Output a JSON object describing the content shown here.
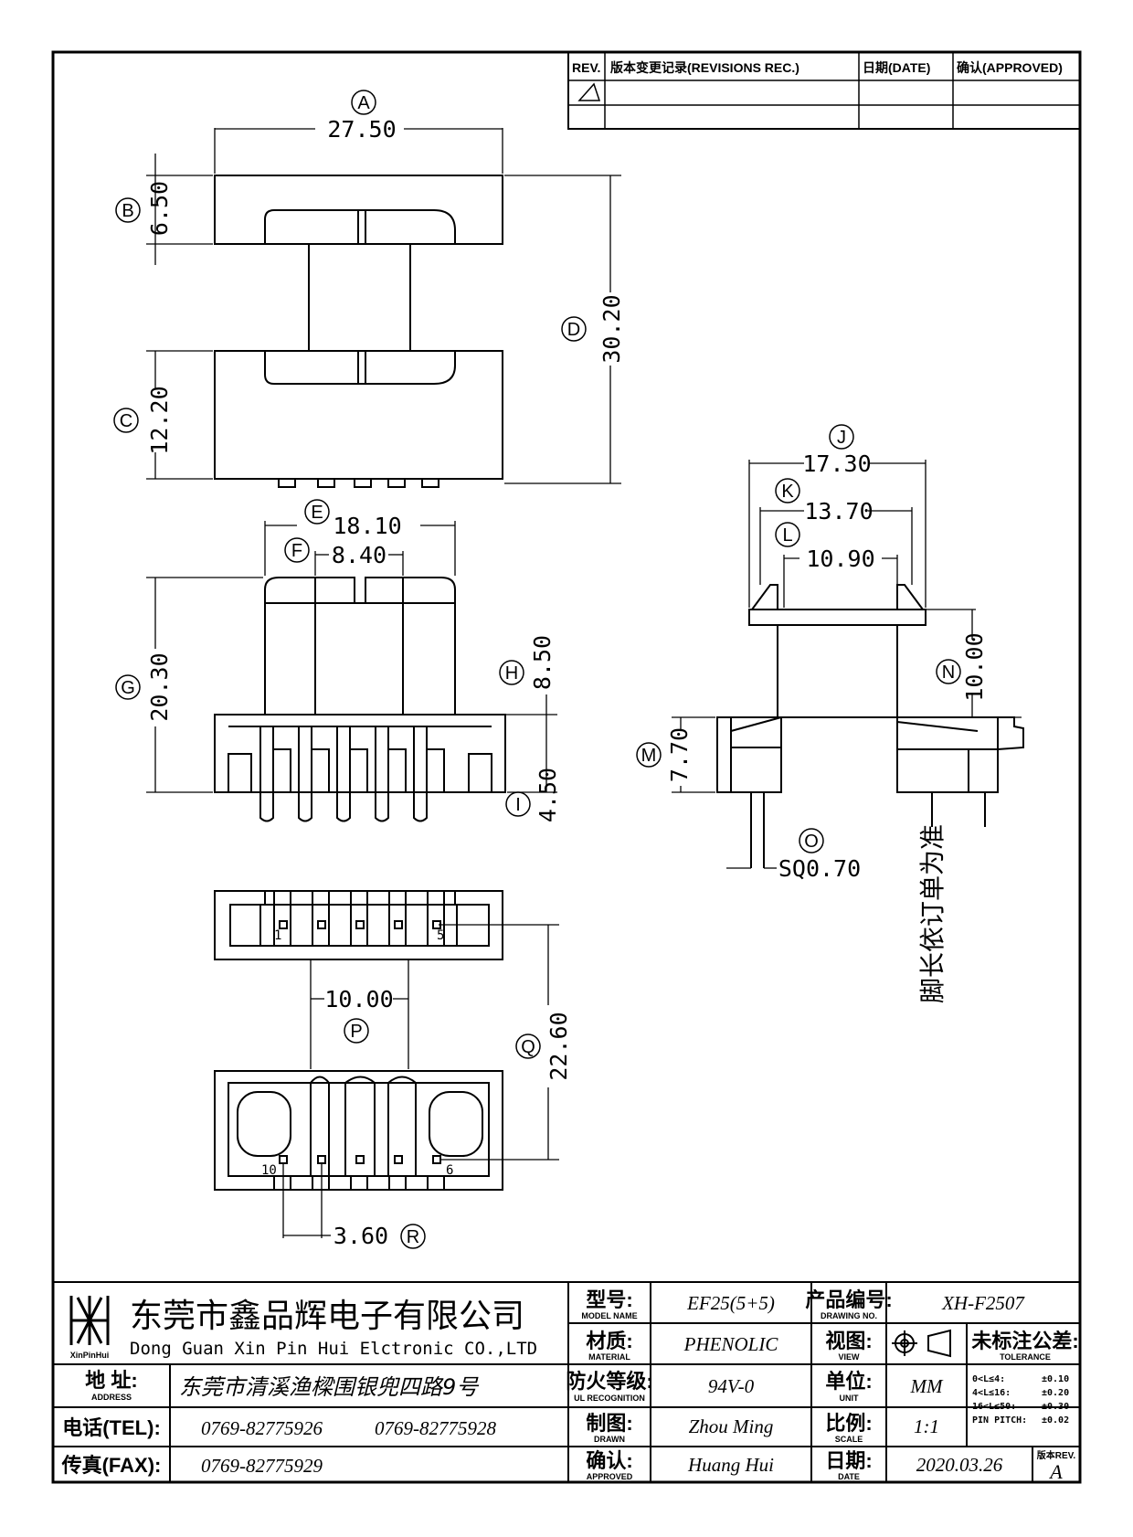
{
  "revision_table": {
    "headers": [
      "REV.",
      "版本变更记录(REVISIONS REC.)",
      "日期(DATE)",
      "确认(APPROVED)"
    ]
  },
  "dimensions": {
    "A": {
      "letter": "A",
      "value": "27.50"
    },
    "B": {
      "letter": "B",
      "value": "6.50"
    },
    "C": {
      "letter": "C",
      "value": "12.20"
    },
    "D": {
      "letter": "D",
      "value": "30.20"
    },
    "E": {
      "letter": "E",
      "value": "18.10"
    },
    "F": {
      "letter": "F",
      "value": "8.40"
    },
    "G": {
      "letter": "G",
      "value": "20.30"
    },
    "H": {
      "letter": "H",
      "value": "8.50"
    },
    "I": {
      "letter": "I",
      "value": "4.50"
    },
    "J": {
      "letter": "J",
      "value": "17.30"
    },
    "K": {
      "letter": "K",
      "value": "13.70"
    },
    "L": {
      "letter": "L",
      "value": "10.90"
    },
    "M": {
      "letter": "M",
      "value": "7.70"
    },
    "N": {
      "letter": "N",
      "value": "10.00"
    },
    "O": {
      "letter": "O",
      "value": "SQ0.70"
    },
    "P": {
      "letter": "P",
      "value": "10.00"
    },
    "Q": {
      "letter": "Q",
      "value": "22.60"
    },
    "R": {
      "letter": "R",
      "value": "3.60"
    }
  },
  "pin_labels": {
    "p1": "1",
    "p5": "5",
    "p10": "10",
    "p6": "6"
  },
  "note_vertical": "脚长依订单为准",
  "company": {
    "name_cn": "东莞市鑫品辉电子有限公司",
    "name_en": "Dong Guan Xin Pin Hui Elctronic CO.,LTD",
    "logo_text": "XinPinHui"
  },
  "title_block": {
    "address_label": "地 址:",
    "address_sub": "ADDRESS",
    "address_value": "东莞市清溪渔樑围银兜四路9号",
    "tel_label": "电话(TEL):",
    "tel_value1": "0769-82775926",
    "tel_value2": "0769-82775928",
    "fax_label": "传真(FAX):",
    "fax_value": "0769-82775929",
    "model_label": "型号:",
    "model_sub": "MODEL NAME",
    "model_value": "EF25(5+5)",
    "material_label": "材质:",
    "material_sub": "MATERIAL",
    "material_value": "PHENOLIC",
    "fire_label": "防火等级:",
    "fire_sub": "UL RECOGNITION",
    "fire_value": "94V-0",
    "drawn_label": "制图:",
    "drawn_sub": "DRAWN",
    "drawn_value": "Zhou Ming",
    "approved_label": "确认:",
    "approved_sub": "APPROVED",
    "approved_value": "Huang Hui",
    "drawing_no_label": "产品编号:",
    "drawing_no_sub": "DRAWING NO.",
    "drawing_no_value": "XH-F2507",
    "view_label": "视图:",
    "view_sub": "VIEW",
    "unit_label": "单位:",
    "unit_sub": "UNIT",
    "unit_value": "MM",
    "scale_label": "比例:",
    "scale_sub": "SCALE",
    "scale_value": "1:1",
    "date_label": "日期:",
    "date_sub": "DATE",
    "date_value": "2020.03.26",
    "tolerance_label": "未标注公差:",
    "tolerance_sub": "TOLERANCE",
    "tolerance_rows": [
      {
        "range": "0<L≤4:",
        "value": "±0.10"
      },
      {
        "range": "4<L≤16:",
        "value": "±0.20"
      },
      {
        "range": "16<L≤50:",
        "value": "±0.30"
      },
      {
        "range": "PIN PITCH:",
        "value": "±0.02"
      }
    ],
    "rev_label": "版本REV.",
    "rev_value": "A"
  }
}
